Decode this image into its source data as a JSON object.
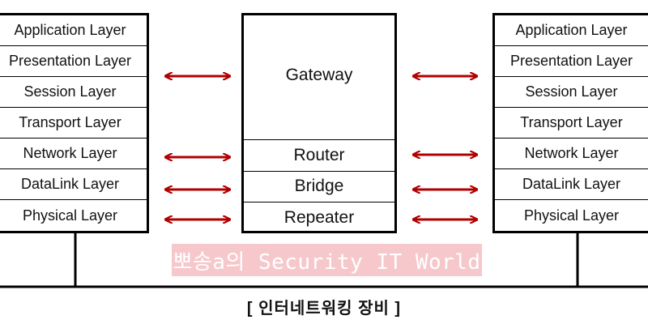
{
  "left_stack": {
    "layers": [
      "Application Layer",
      "Presentation Layer",
      "Session Layer",
      "Transport Layer",
      "Network Layer",
      "DataLink Layer",
      "Physical Layer"
    ]
  },
  "right_stack": {
    "layers": [
      "Application Layer",
      "Presentation Layer",
      "Session Layer",
      "Transport Layer",
      "Network Layer",
      "DataLink Layer",
      "Physical Layer"
    ]
  },
  "devices": {
    "gateway": "Gateway",
    "router": "Router",
    "bridge": "Bridge",
    "repeater": "Repeater"
  },
  "watermark": "뽀송a의 Security IT World",
  "caption": "[ 인터네트워킹 장비 ]",
  "colors": {
    "arrow": "#b00000",
    "watermark_bg": "#f6c8cc",
    "line": "#000000"
  }
}
